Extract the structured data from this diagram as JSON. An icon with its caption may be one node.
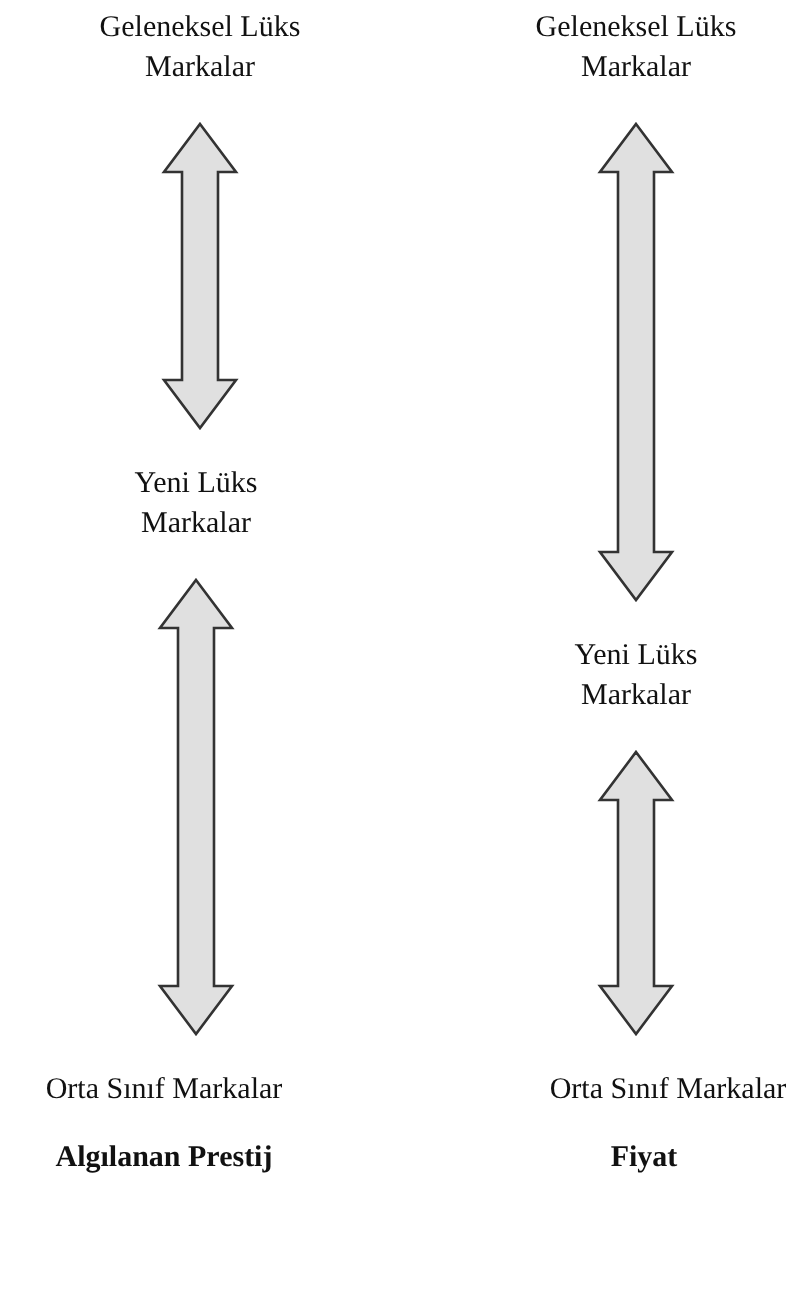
{
  "diagram": {
    "nodes": [
      {
        "text": [
          "Geleneksel Lüks Markalar"
        ]
      },
      {
        "text": [
          "Geleneksel Lüks Markalar"
        ]
      },
      {
        "text": [
          "Yeni Lüks Markalar"
        ]
      },
      {
        "text": [
          "Yeni Lüks Markalar"
        ]
      },
      {
        "text": [
          "Orta Sınıf Markalar"
        ]
      },
      {
        "text": [
          "Orta Sınıf Markalar"
        ]
      }
    ],
    "edges": [
      {
        "from": 0,
        "to": 2,
        "arrow": "both"
      },
      {
        "from": 2,
        "to": 4,
        "arrow": "both"
      },
      {
        "from": 1,
        "to": 3,
        "arrow": "both"
      },
      {
        "from": 3,
        "to": 5,
        "arrow": "both"
      }
    ],
    "labels": [
      "Algılanan Prestij",
      "Fiyat"
    ]
  }
}
